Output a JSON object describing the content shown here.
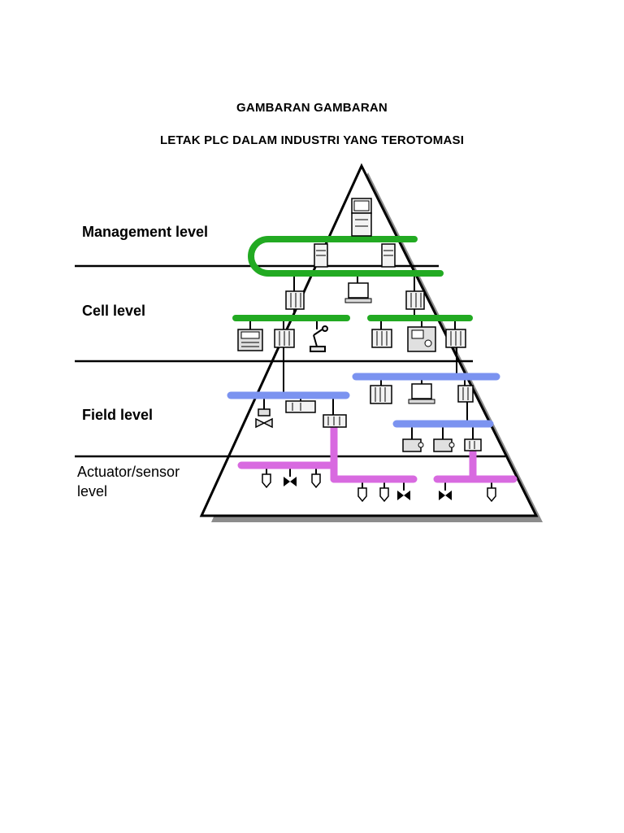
{
  "document": {
    "heading_1": "GAMBARAN GAMBARAN",
    "heading_2": "LETAK PLC DALAM INDUSTRI YANG TEROTOMASI"
  },
  "figure": {
    "levels": {
      "management": "Management level",
      "cell": "Cell level",
      "field": "Field level",
      "actuator_line1": "Actuator/sensor",
      "actuator_line2": "level"
    },
    "bus_colors": {
      "management_cell": "#22aa22",
      "field": "#7b93f0",
      "actuator_sensor": "#d86ae0"
    }
  }
}
